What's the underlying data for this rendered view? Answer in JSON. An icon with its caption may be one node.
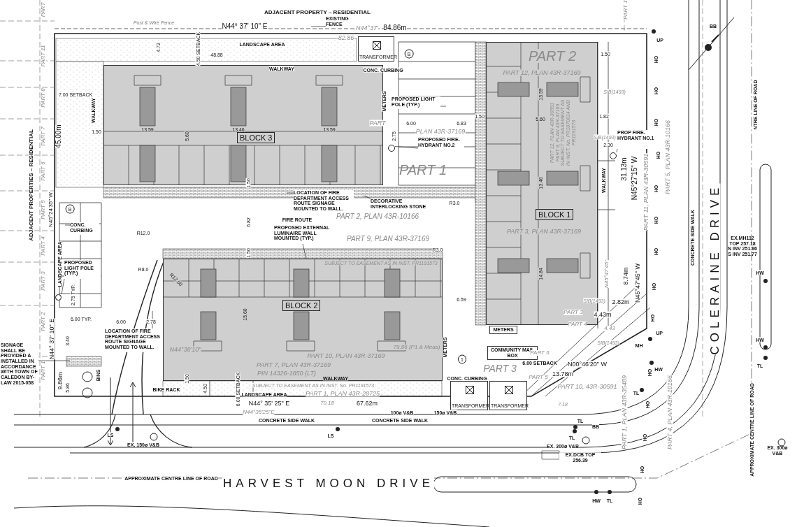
{
  "diagram": {
    "nodes": [
      {
        "text": [
          "BLOCK 3"
        ]
      },
      {
        "text": [
          "BLOCK 2"
        ]
      },
      {
        "text": [
          "BLOCK 1"
        ]
      },
      {
        "text": [
          "TRANSFORMER"
        ]
      },
      {
        "text": [
          "TRANSFORMER"
        ]
      },
      {
        "text": [
          "TRANSFORMER"
        ]
      },
      {
        "text": [
          "COMMUNITY MAIL BOX"
        ]
      },
      {
        "text": [
          "METERS"
        ]
      },
      {
        "text": [
          "EXISTING FENCE"
        ]
      },
      {
        "text": [
          "PROPOSED FIRE-HYDRANT NO.2"
        ]
      },
      {
        "text": [],
        "shape": "circle"
      },
      {
        "text": [
          "PROP FIRE-HYDRANT NO.1"
        ]
      },
      {
        "text": [],
        "shape": "circle"
      },
      {
        "text": [
          "LOCATION OF FIRE DEPARTMENT ACCESS ROUTE SIGNAGE MOUNTED TO WALL."
        ]
      },
      {
        "text": [
          "DECORATIVE INTERLOCKING STONE"
        ]
      },
      {
        "text": [
          "PROPOSED EXTERNAL LUMINAIRE WALL MOUNTED (TYP.)"
        ]
      },
      {
        "text": [
          "CONC. CURBING"
        ]
      },
      {
        "text": [
          "PROPOSED LIGHT POLE (TYP.)"
        ]
      },
      {
        "text": [],
        "shape": "circle"
      },
      {
        "text": [
          "SIGNAGE SHALL BE PROVIDED & INSTALLED IN ACCORDANCE WITH TOWN OF CALEDON BY-LAW 2015-058"
        ]
      },
      {
        "text": [
          "LOCATION OF FIRE DEPARTMENT ACCESS ROUTE SIGNAGE MOUNTED TO WALL."
        ]
      },
      {
        "text": [
          "PROPOSED LIGHT POLE (TYP.)"
        ]
      }
    ],
    "edges": [
      {
        "from": 8,
        "to": null,
        "arrow": "none"
      },
      {
        "from": 9,
        "to": 10,
        "arrow": "none"
      },
      {
        "from": 11,
        "to": 12,
        "arrow": "none"
      },
      {
        "from": 13,
        "to": null,
        "arrow": "none"
      },
      {
        "from": 14,
        "to": null,
        "arrow": "none"
      },
      {
        "from": 15,
        "to": 1,
        "arrow": "none"
      },
      {
        "from": 16,
        "to": null,
        "arrow": "none"
      },
      {
        "from": 17,
        "to": 18,
        "arrow": "none"
      },
      {
        "from": 19,
        "to": null,
        "arrow": "none"
      },
      {
        "from": 20,
        "to": null,
        "arrow": "none"
      },
      {
        "from": 21,
        "to": null,
        "arrow": "none"
      }
    ],
    "labels": [
      "ADJACENT PROPERTY – RESIDENTIAL",
      "Post & Wire Fence",
      "N44° 37' 10\" E",
      "N44°37'",
      "84.86m",
      "82.86",
      "LANDSCAPE AREA",
      "4.72",
      "4.50 SETBACK",
      "48.88",
      "WALKWAY",
      "CONC. CURBING",
      "7.00 SETBACK",
      "WALKWAY",
      "45.00m",
      "1.50",
      "13.59",
      "5.60",
      "13.46",
      "13.59",
      "METERS",
      "2.75",
      "ADJACENT PROPERTIES – RESIDENTIAL",
      "N45°24'35\" W",
      "PART",
      "PART 11",
      "PART 8",
      "PART 7",
      "PART 6",
      "PART 5",
      "PART 4",
      "PART 3",
      "PART 2",
      "PART 1",
      "PART",
      "6.00",
      "PLAN 43R-37169",
      "6.83",
      "PART 1",
      "1.50",
      "R3.0",
      "R3.0",
      "FIRE ROUTE",
      "PART 2, PLAN 43R-10166",
      "6.82",
      "PART 9, PLAN 43R-37169",
      "1.50",
      "R12.0",
      "B",
      "LANDSCAPE AREA",
      "2.75 TYP.",
      "R8.0",
      "R12.00",
      "SUBJECT TO EASEMENT AS IN INST. PR1191573",
      "6.00 TYP.",
      "6.00",
      "2.78",
      "N44°38'10\"",
      "15.60",
      "PART 10, PLAN 43R-37169",
      "6.59",
      "79.86 (P1 & Meas)",
      "3.40",
      "N44° 37' 10\" E",
      "9.86m",
      "5.86",
      "BINS",
      "PART 7, PLAN 43R-37169",
      "PIN 14326-1850 (LT)",
      "WALKWAY",
      "SUBJECT TO EASEMENT AS IN INST. No. PR1191573",
      "BIKE RACK",
      "1.50",
      "4.50",
      "6.00 SETBACK",
      "LANDSCAPE AREA",
      "PART 1, PLAN 43R-28725",
      "N44° 35' 25\" E",
      "70.18",
      "67.62m",
      "N44°35'25\"E",
      "100ø V&B",
      "150ø V&B",
      "CONCRETE SIDE WALK",
      "CONCRETE SIDE WALK",
      "LS",
      "LS",
      "EX. 150ø V&B",
      "APPROXIMATE CENTRE LINE OF ROAD",
      "HARVEST MOON DRIVE",
      "PART 1",
      "BB",
      "UP",
      "PART 2",
      "1.50",
      "PART 12, PLAN 43R-37169",
      "13.59",
      "SIB(1493)",
      "1.50",
      "5.60",
      "1.82",
      "PART 12, PLAN 43R-30591 PART 8, PLAN 43R-37169 SUBJECT TO EASEMENT AS IN INST. No. PR1070814 AND PR1191573",
      "SIB(1493)",
      "2.30",
      "31.13m",
      "N45°27'15\" W",
      "PART 11, PLAN 43R-30591",
      "PART 5, PLAN 43R-10166",
      "WALKWAY",
      "13.46",
      "PART 3, PLAN 43R-37169",
      "CONCRETE SIDE WALK",
      "EX.MH112 TOP 257.18 N INV 251.86 S INV 251.77",
      "NTRE LINE OF ROAD",
      "COLERAINE DRIVE",
      "14.84",
      "N45°47'45\"",
      "8.74m",
      "N45°47'45\" W",
      "HW",
      "HW",
      "TL",
      "SIB(1493)",
      "PART 3",
      "PART 4",
      "4.43m",
      "2.82m",
      "4.43",
      "SIB(1493)",
      "UP",
      "MH",
      "HW",
      "PART 6",
      "PART 5",
      "6.00 SETBACK",
      "13.78m",
      "N00°46'20\" W",
      "PART 10, 43R-30591",
      "TL",
      "7.18",
      "PART 1, PLAN 43R-35489",
      "PART 4, PLAN 43R-10166",
      "TL",
      "TL",
      "BB",
      "EX. 300ø V&B",
      "EX.DCB TOP 256.39",
      "HW",
      "TL",
      "APPROXIMATE CENTRE LINE OF ROAD",
      "EX. 300ø V&B",
      "1",
      "PART 3",
      "CONC. CURBING",
      "B",
      "METERS",
      "HO",
      "HO",
      "HO",
      "HO",
      "HO",
      "HO",
      "HO",
      "HO",
      "HO",
      "HO",
      "HO",
      "HO",
      "HO",
      "HO"
    ]
  }
}
